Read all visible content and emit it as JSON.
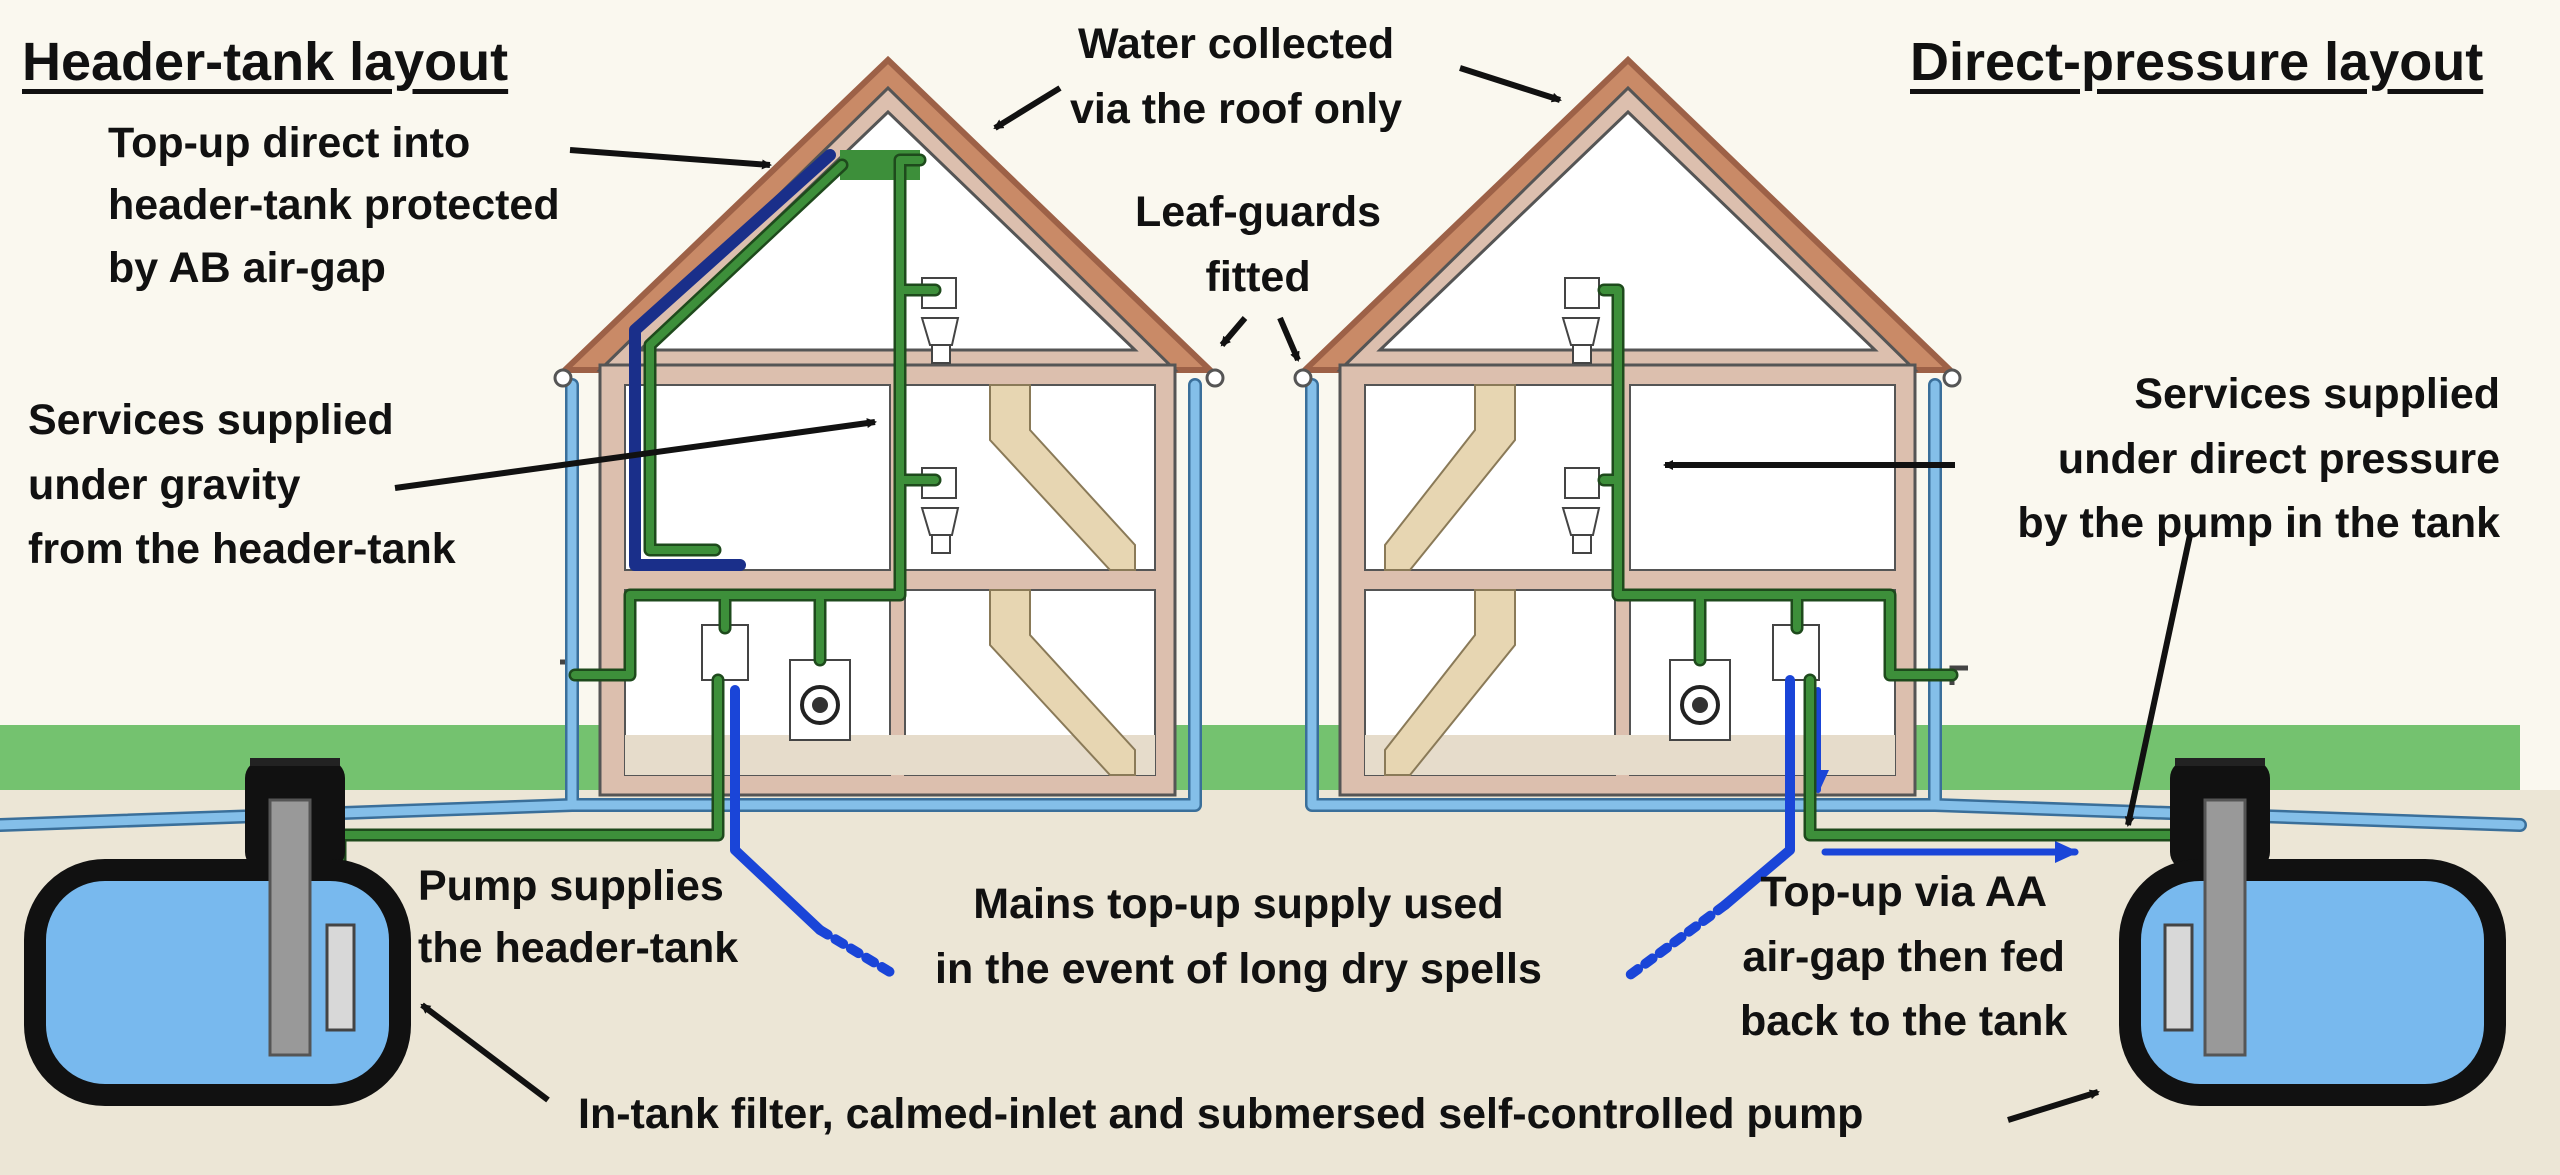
{
  "titles": {
    "left": "Header-tank layout",
    "right": "Direct-pressure layout"
  },
  "labels": {
    "water_collected": "Water collected\nvia the roof only",
    "topup_header": "Top-up direct into\nheader-tank protected\nby AB air-gap",
    "leaf_guards": "Leaf-guards\nfitted",
    "services_gravity": "Services supplied\nunder gravity\nfrom the header-tank",
    "services_pressure": "Services supplied\nunder direct pressure\nby the pump in the tank",
    "pump_supplies": "Pump supplies\nthe header-tank",
    "mains_topup": "Mains top-up supply used\nin the event of long dry spells",
    "topup_aa": "Top-up via AA\nair-gap then fed\nback to the tank",
    "in_tank": "In-tank filter, calmed-inlet and submersed self-controlled pump"
  },
  "colors": {
    "background": "#faf8ef",
    "grass": "#74c26f",
    "soil": "#ece6d6",
    "wall": "#dcbfae",
    "roof_tiles": "#c98a67",
    "rain_pipe": "#84bfe9",
    "mains_pipe": "#1a45d8",
    "service_pipe": "#3d8f3a",
    "tank_water": "#78b9ee"
  }
}
